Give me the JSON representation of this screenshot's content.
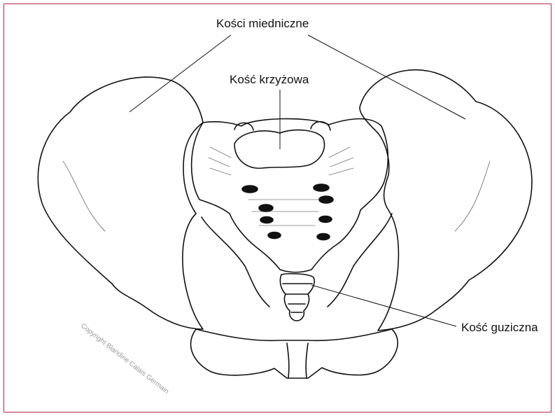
{
  "labels": {
    "pelvic_bones": "Kości miedniczne",
    "sacrum": "Kość krzyżowa",
    "coccyx": "Kość guziczna"
  },
  "watermark": "Copyright Blandine Calais Germain",
  "colors": {
    "frame_border": "#b22a4a",
    "ink": "#111111",
    "watermark": "#9a9a9a"
  }
}
